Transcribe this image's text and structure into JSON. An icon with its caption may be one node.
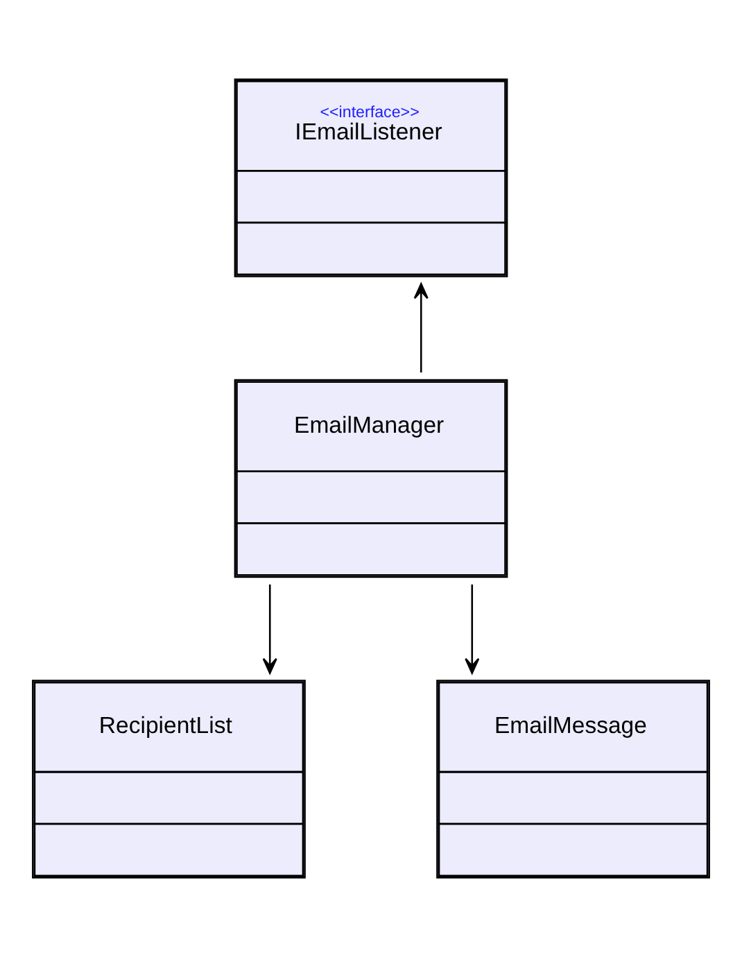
{
  "diagram": {
    "nodes": [
      {
        "text": [
          "<<interface>>",
          "IEmailListener"
        ]
      },
      {
        "text": [
          "EmailManager"
        ]
      },
      {
        "text": [
          "RecipientList"
        ]
      },
      {
        "text": [
          "EmailMessage"
        ]
      }
    ],
    "edges": [
      {
        "from": 1,
        "to": 0,
        "arrow": "to"
      },
      {
        "from": 1,
        "to": 2,
        "arrow": "to"
      },
      {
        "from": 1,
        "to": 3,
        "arrow": "to"
      }
    ]
  }
}
